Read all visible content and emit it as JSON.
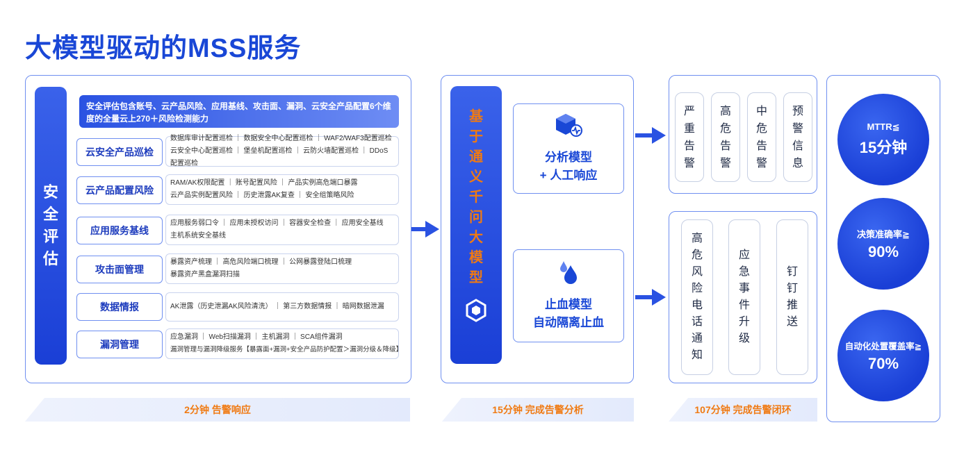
{
  "title": "大模型驱动的MSS服务",
  "assessment": {
    "vertical_label": [
      "安",
      "全",
      "评",
      "估"
    ],
    "summary": "安全评估包含账号、云产品风险、应用基线、攻击面、漏洞、云安全产品配置6个维度的全量云上270＋风险检测能力",
    "rows": [
      {
        "category": "云安全产品巡检",
        "lines": [
          "数据库审计配置巡检 ｜ 数据安全中心配置巡检 ｜ WAF2/WAF3配置巡检",
          "云安全中心配置巡检 ｜ 堡垒机配置巡检 ｜ 云防火墙配置巡检 ｜ DDoS配置巡检"
        ]
      },
      {
        "category": "云产品配置风险",
        "lines": [
          "RAM/AK权限配置 ｜ 账号配置风险 ｜ 产品实例高危端口暴露",
          "云产品实例配置风险 ｜ 历史泄露AK复查 ｜ 安全组策略风险"
        ]
      },
      {
        "category": "应用服务基线",
        "lines": [
          "应用服务弱口令 ｜ 应用未授权访问 ｜ 容器安全检查 ｜ 应用安全基线",
          "主机系统安全基线"
        ]
      },
      {
        "category": "攻击面管理",
        "lines": [
          "暴露资产梳理 ｜ 高危风险端口梳理 ｜ 公网暴露登陆口梳理",
          "暴露资产黑盒漏洞扫描"
        ]
      },
      {
        "category": "数据情报",
        "lines": [
          "AK泄露（历史泄漏AK风险清洗） ｜ 第三方数据情报 ｜ 暗网数据泄漏"
        ]
      },
      {
        "category": "漏洞管理",
        "lines": [
          "应急漏洞 ｜ Web扫描漏洞 ｜ 主机漏洞 ｜ SCA组件漏洞",
          "漏洞管理与漏洞降级服务【暴露面+漏洞+安全产品防护配置＞漏洞分级＆降级】"
        ]
      }
    ]
  },
  "llm": {
    "vertical_label": [
      "基",
      "于",
      "通",
      "义",
      "千",
      "问",
      "大",
      "模",
      "型"
    ],
    "analysis_model": {
      "line1": "分析模型",
      "line2": "+ 人工响应",
      "icon": "cube-pulse-icon"
    },
    "stop_model": {
      "line1": "止血模型",
      "line2": "自动隔离止血",
      "icon": "water-drop-icon"
    },
    "logo_icon": "tongyi-logo-icon"
  },
  "alerts": {
    "levels": [
      [
        "严",
        "重",
        "告",
        "警"
      ],
      [
        "高",
        "危",
        "告",
        "警"
      ],
      [
        "中",
        "危",
        "告",
        "警"
      ],
      [
        "预",
        "警",
        "信",
        "息"
      ]
    ],
    "actions": [
      [
        "高",
        "危",
        "风",
        "险",
        "电",
        "话",
        "通",
        "知"
      ],
      [
        "应",
        "急",
        "事",
        "件",
        "升",
        "级"
      ],
      [
        "钉",
        "钉",
        "推",
        "送"
      ]
    ]
  },
  "metrics": [
    {
      "label": "MTTR≦",
      "value": "15分钟"
    },
    {
      "label": "决策准确率≧",
      "value": "90%"
    },
    {
      "label": "自动化处置覆盖率≧",
      "value": "70%"
    }
  ],
  "footers": [
    "2分钟 告警响应",
    "15分钟 完成告警分析",
    "107分钟 完成告警闭环"
  ],
  "colors": {
    "brand": "#1947d6",
    "accent": "#f07a12",
    "border": "#6f8ff0"
  }
}
